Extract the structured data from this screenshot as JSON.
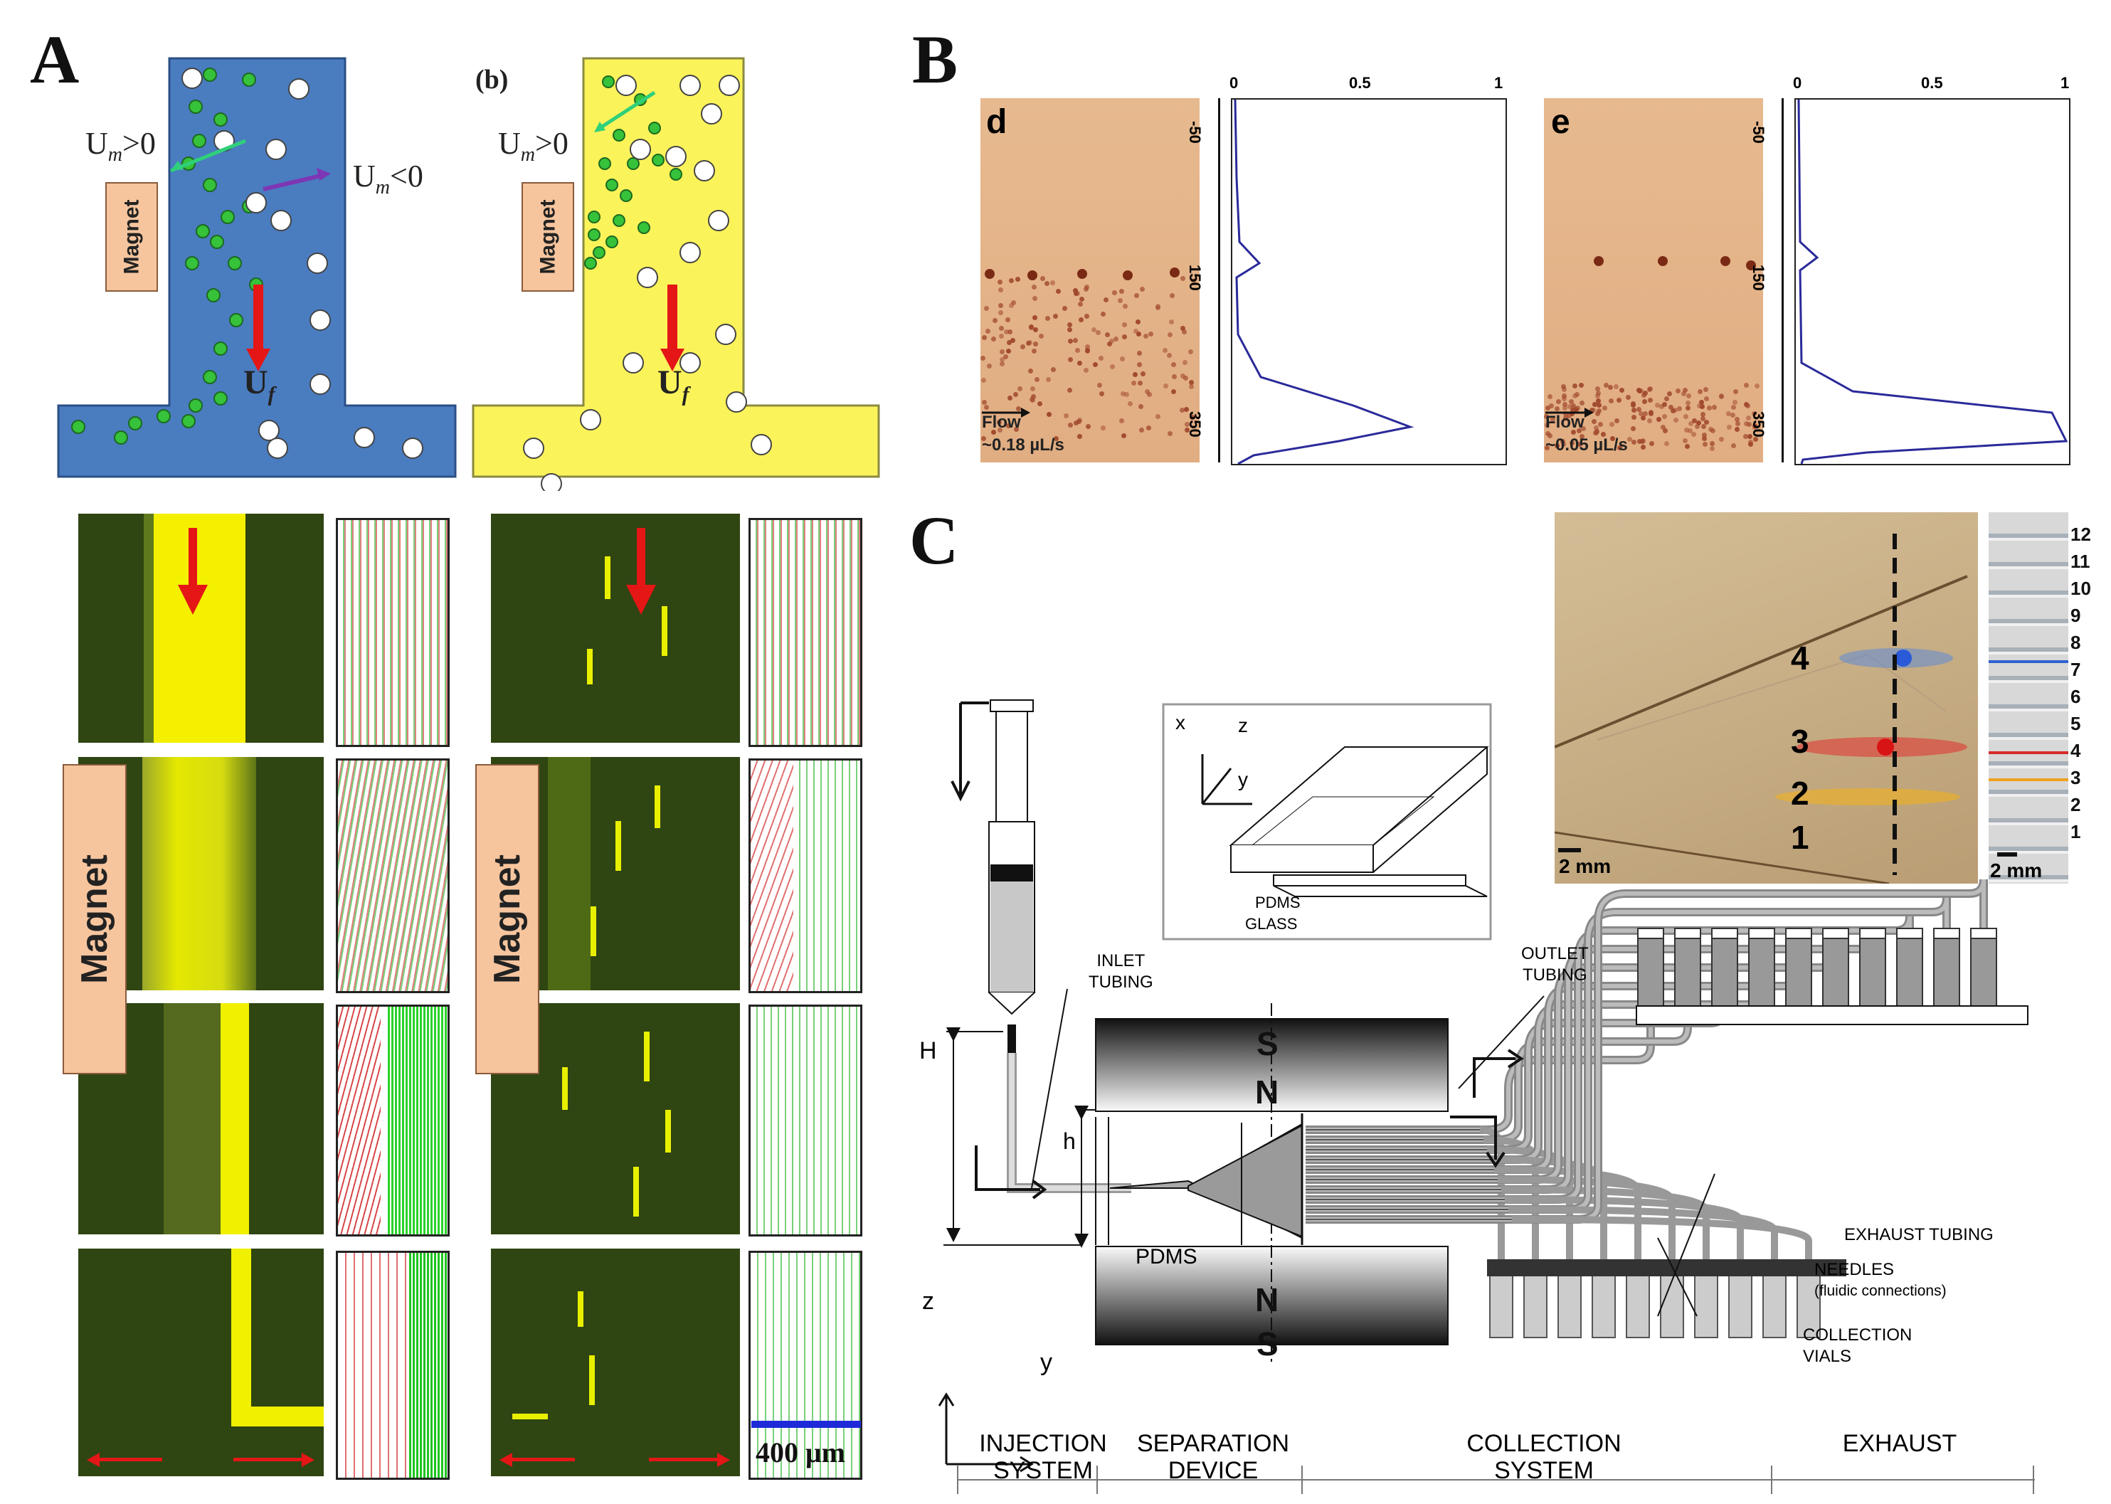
{
  "panels": {
    "A": "A",
    "B": "B",
    "C": "C"
  },
  "panel_a": {
    "sub_b": "(b)",
    "um_pos": "U",
    "um_pos_sub": "m",
    "um_pos_rel": ">0",
    "um_neg": "U",
    "um_neg_sub": "m",
    "um_neg_rel": "<0",
    "uf": "U",
    "uf_sub": "f",
    "magnet": "Magnet",
    "scale_bar": "400 μm",
    "colors": {
      "blue_fluid": "#4a7cc0",
      "yellow_fluid": "#fbf35a",
      "green_particle": "#33c233",
      "micro_bg": "#2f4512",
      "stream": "#e8f000",
      "arrow": "#e41616"
    }
  },
  "panel_b": {
    "d": {
      "letter": "d",
      "flow_label": "Flow",
      "flow_rate": "~0.18 µL/s",
      "top_ticks": [
        "0",
        "0.5",
        "1"
      ],
      "side_ticks": [
        "-50",
        "150",
        "350"
      ]
    },
    "e": {
      "letter": "e",
      "flow_label": "Flow",
      "flow_rate": "~0.05 µL/s",
      "top_ticks": [
        "0",
        "0.5",
        "1"
      ],
      "side_ticks": [
        "-50",
        "150",
        "350"
      ]
    }
  },
  "panel_c": {
    "axes_3d": {
      "x": "x",
      "y": "y",
      "z": "z"
    },
    "device_labels": {
      "pdms": "PDMS",
      "glass": "GLASS"
    },
    "inlet_tubing": [
      "INLET",
      "TUBING"
    ],
    "outlet_tubing": [
      "OUTLET",
      "TUBING"
    ],
    "magnet_top": {
      "s": "S",
      "n": "N"
    },
    "magnet_bottom": {
      "n": "N",
      "s": "S"
    },
    "H": "H",
    "h": "h",
    "pdms": "PDMS",
    "axes_2d": {
      "z": "z",
      "y": "y"
    },
    "exhaust_tubing": "EXHAUST TUBING",
    "needles": [
      "NEEDLES",
      "(fluidic connections)"
    ],
    "collection_vials": [
      "COLLECTION",
      "VIALS"
    ],
    "sections": [
      [
        "INJECTION",
        "SYSTEM"
      ],
      [
        "SEPARATION",
        "DEVICE"
      ],
      [
        "COLLECTION",
        "SYSTEM"
      ],
      [
        "EXHAUST"
      ]
    ]
  },
  "panel_d": {
    "streams": [
      "4",
      "3",
      "2",
      "1"
    ],
    "scale": "2 mm",
    "vial_numbers": [
      "12",
      "11",
      "10",
      "9",
      "8",
      "7",
      "6",
      "5",
      "4",
      "3",
      "2",
      "1"
    ],
    "vial_scale": "2 mm",
    "colors": {
      "stream_4": "#2a6ad8",
      "stream_3": "#e02020",
      "stream_2": "#f0a020",
      "photo_bg": "#c9b08a"
    }
  }
}
